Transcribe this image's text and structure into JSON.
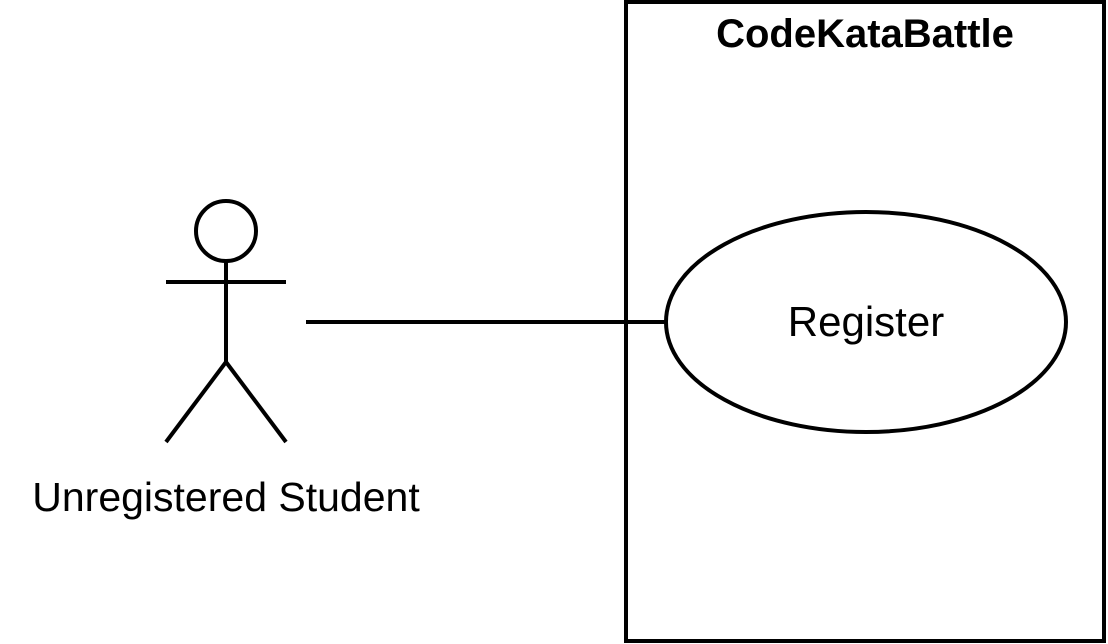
{
  "diagram": {
    "system": {
      "title": "CodeKataBattle"
    },
    "actor": {
      "label": "Unregistered Student"
    },
    "use_case": {
      "label": "Register"
    }
  }
}
